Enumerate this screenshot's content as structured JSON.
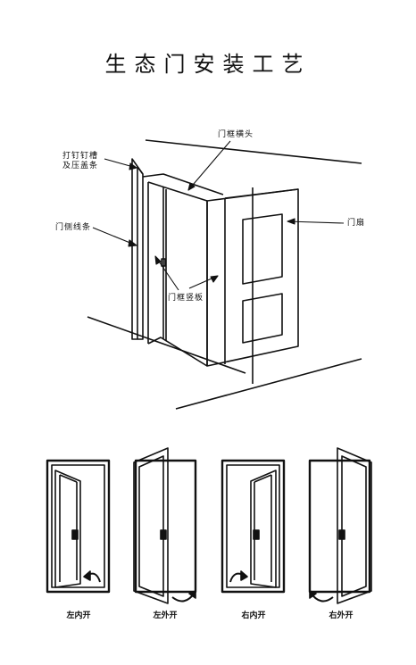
{
  "title": "生态门安装工艺",
  "labels": {
    "nail_groove_line1": "打钉钉槽",
    "nail_groove_line2": "及压盖条",
    "frame_head": "门框横头",
    "side_trim": "门侧线条",
    "door_leaf": "门扇",
    "frame_jamb": "门框竖板"
  },
  "door_types": [
    {
      "label": "左内开"
    },
    {
      "label": "左外开"
    },
    {
      "label": "右内开"
    },
    {
      "label": "右外开"
    }
  ]
}
